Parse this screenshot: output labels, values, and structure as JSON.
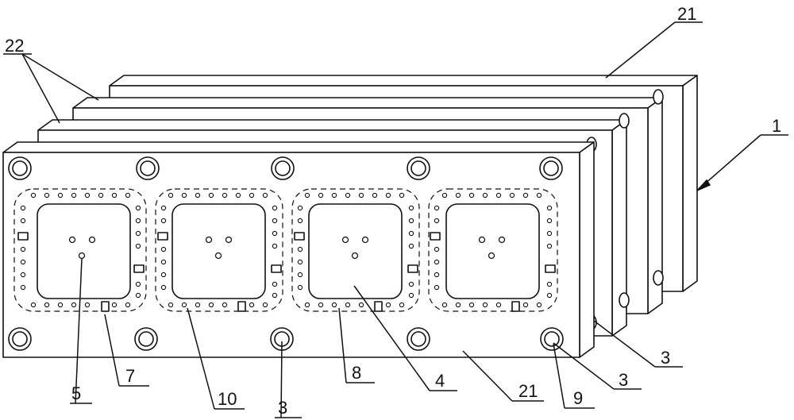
{
  "labels": {
    "top_right": "21",
    "top_left": "22",
    "right": "1",
    "label_3_a": "3",
    "label_3_b": "3",
    "label_3_c": "3",
    "label_5": "5",
    "label_7": "7",
    "label_10": "10",
    "label_8": "8",
    "label_4": "4",
    "label_21_bottom": "21",
    "label_9": "9"
  },
  "plate_count": 4,
  "cavity_count": 4,
  "colors": {
    "stroke": "#111111",
    "fill": "#ffffff"
  }
}
